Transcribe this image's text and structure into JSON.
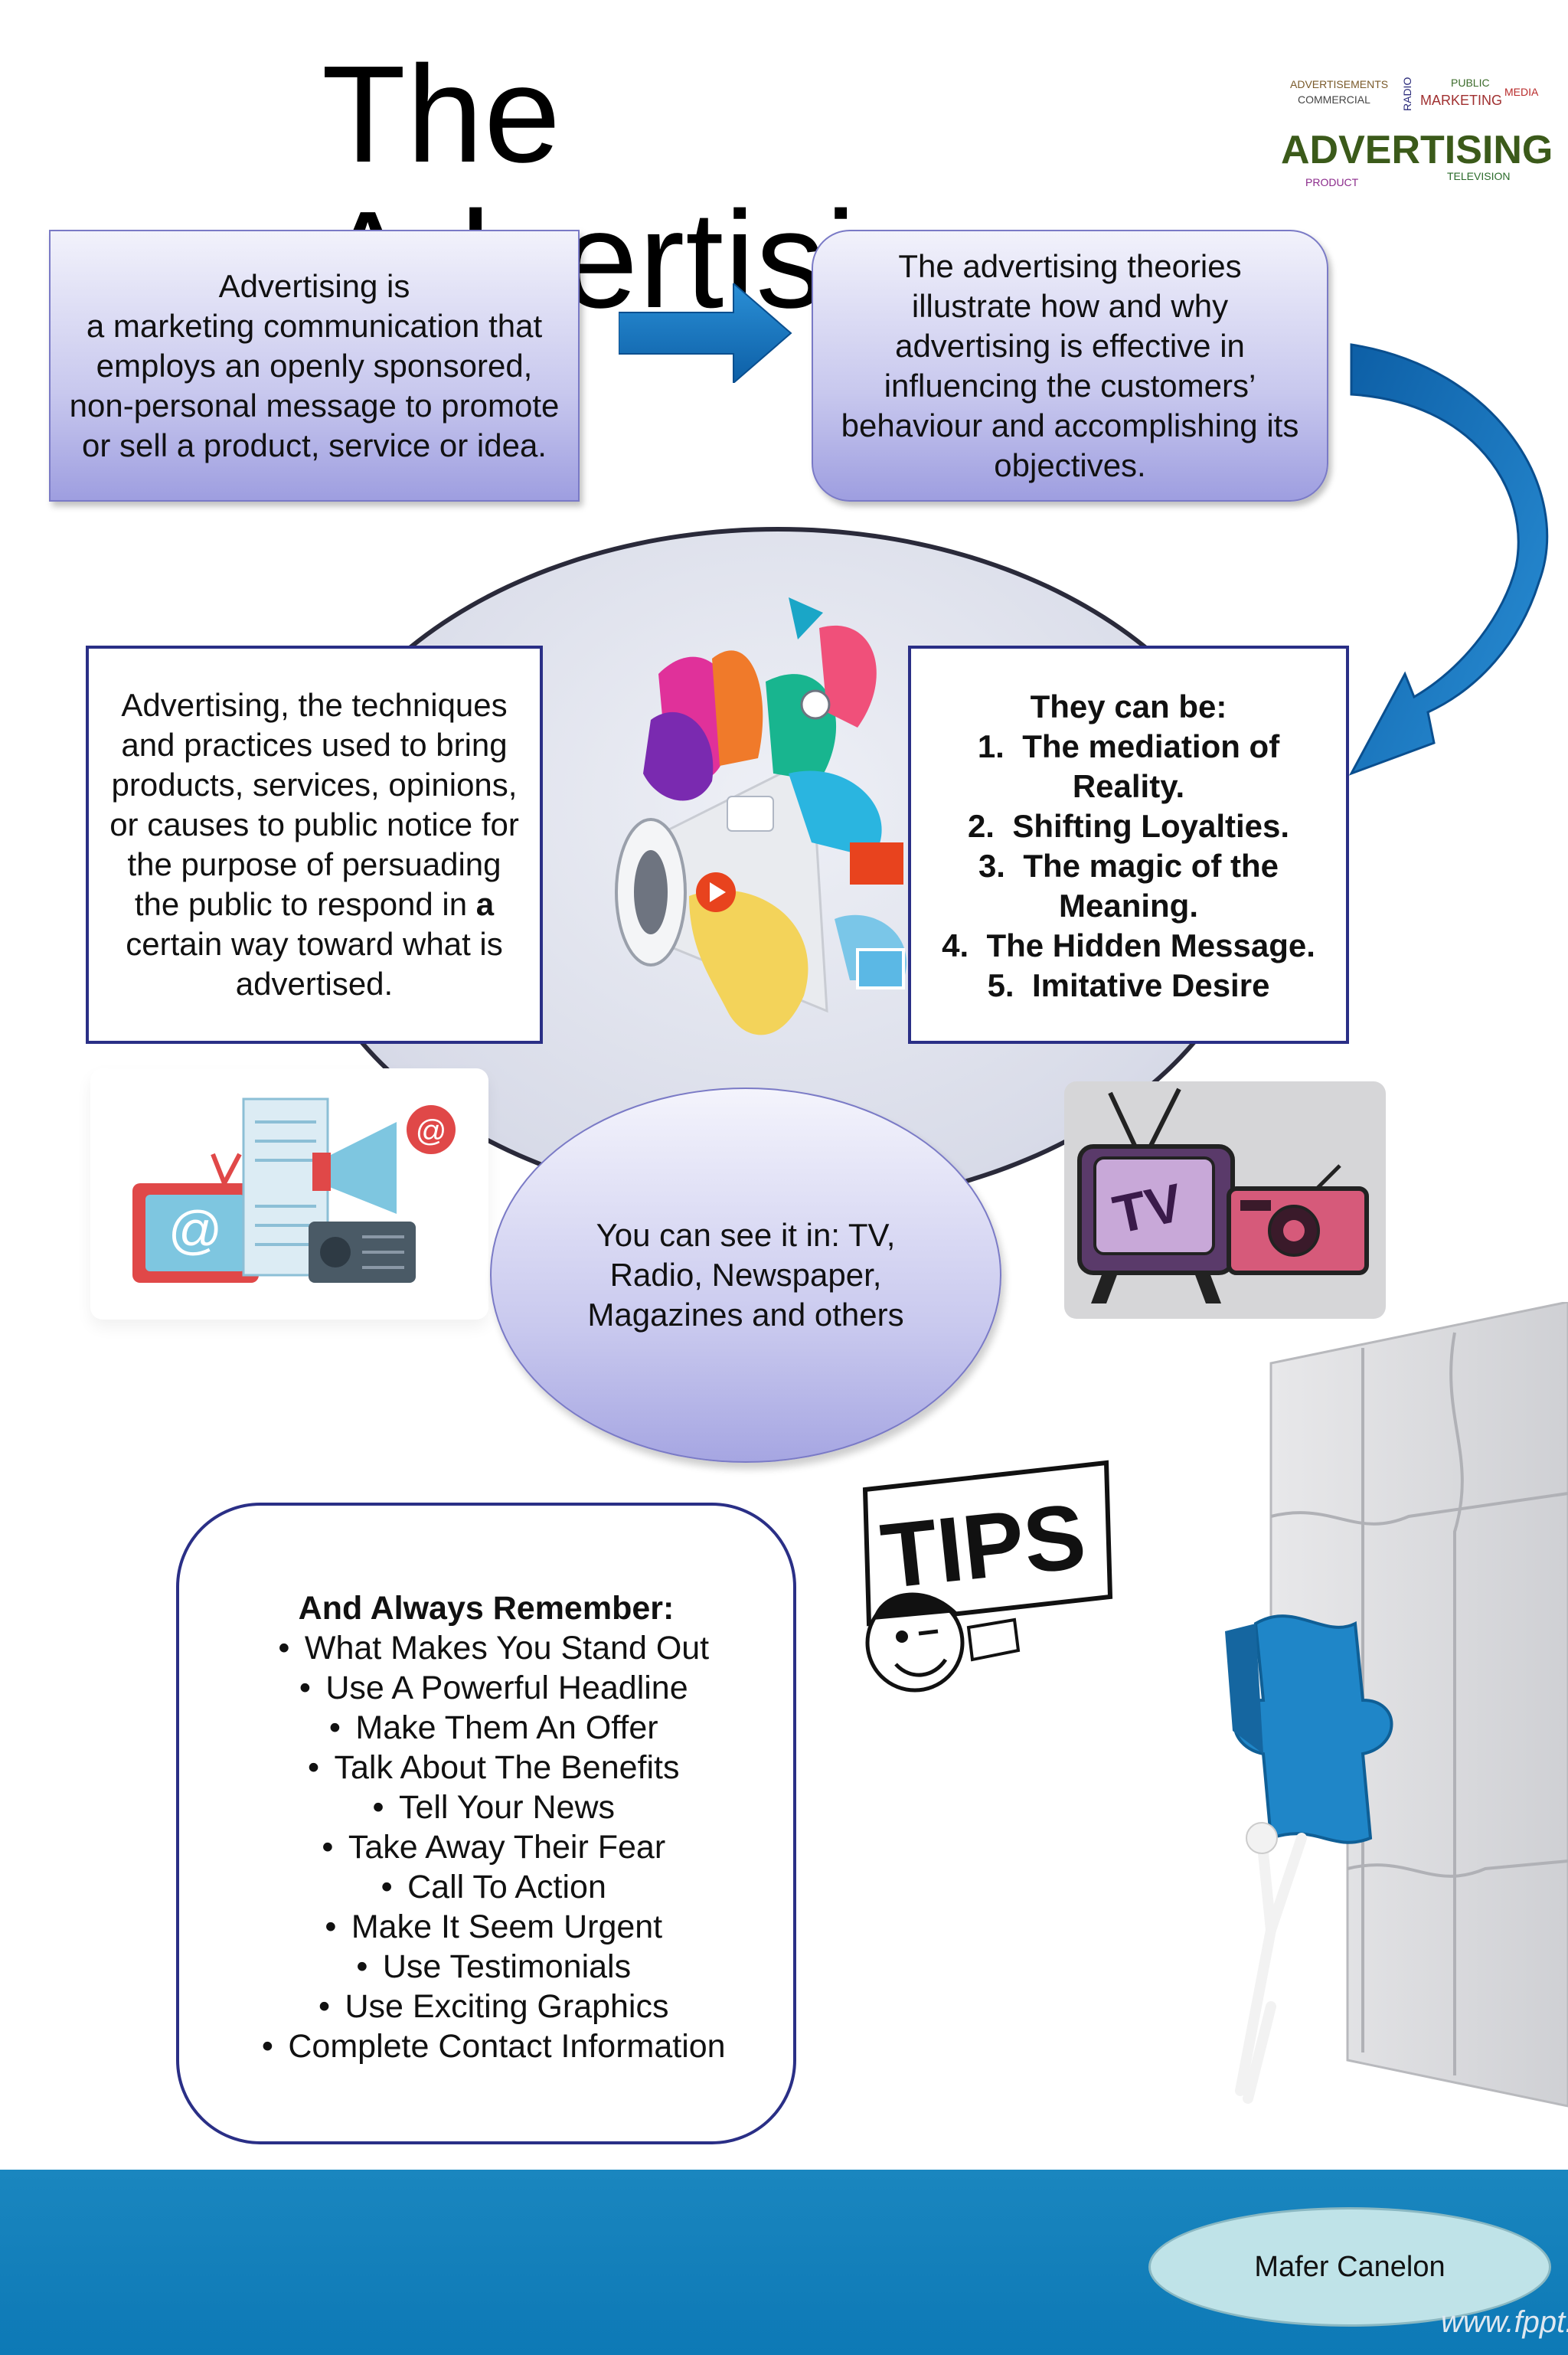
{
  "title": "The Advertising",
  "logo": {
    "main": "ADVERTISING",
    "words": [
      "MARKETING",
      "PUBLIC",
      "RADIO",
      "PRODUCT",
      "TELEVISION",
      "MEDIA",
      "COMMERCIAL",
      "ADVERTISEMENTS"
    ]
  },
  "definition_box": "Advertising is\na marketing communication that employs an openly sponsored, non-personal message to promote or sell a product, service or idea.",
  "theories_box": "The advertising theories illustrate how and why advertising is effective in influencing the customers’ behaviour and accomplishing its objectives.",
  "techniques_box": {
    "before": "Advertising, the techniques and practices used to bring products, services, opinions, or causes to public notice for the purpose of persuading the public to respond in ",
    "bold": "a",
    "after": " certain way toward what is advertised."
  },
  "theories_list": {
    "heading": "They can be:",
    "items": [
      {
        "num": "1.",
        "text": "The mediation of",
        "cont": "Reality."
      },
      {
        "num": "2.",
        "text": "Shifting Loyalties.",
        "cont": ""
      },
      {
        "num": "3.",
        "text": "The magic of the",
        "cont": "Meaning."
      },
      {
        "num": "4.",
        "text": "The Hidden Message.",
        "cont": ""
      },
      {
        "num": "5.",
        "text": "Imitative Desire",
        "cont": ""
      }
    ]
  },
  "media_oval": "You can see it in: TV, Radio, Newspaper, Magazines and others",
  "tips_sign": "TIPS",
  "tv_label": "TV",
  "remember": {
    "heading": "And Always Remember:",
    "items": [
      "What Makes You Stand Out",
      "Use A Powerful Headline",
      "Make Them An Offer",
      "Talk About The Benefits",
      "Tell Your News",
      "Take Away Their Fear",
      "Call To Action",
      "Make It Seem Urgent",
      "Use Testimonials",
      "Use Exciting Graphics",
      "Complete Contact Information"
    ]
  },
  "footer": {
    "author": "Mafer Canelon",
    "watermark": "www.fppt.info"
  },
  "colors": {
    "footer_blue": "#0d79b6",
    "arrow_blue": "#1676bd",
    "box_border": "#2a2f86",
    "box_gradient_bottom": "#9e9ee0"
  }
}
